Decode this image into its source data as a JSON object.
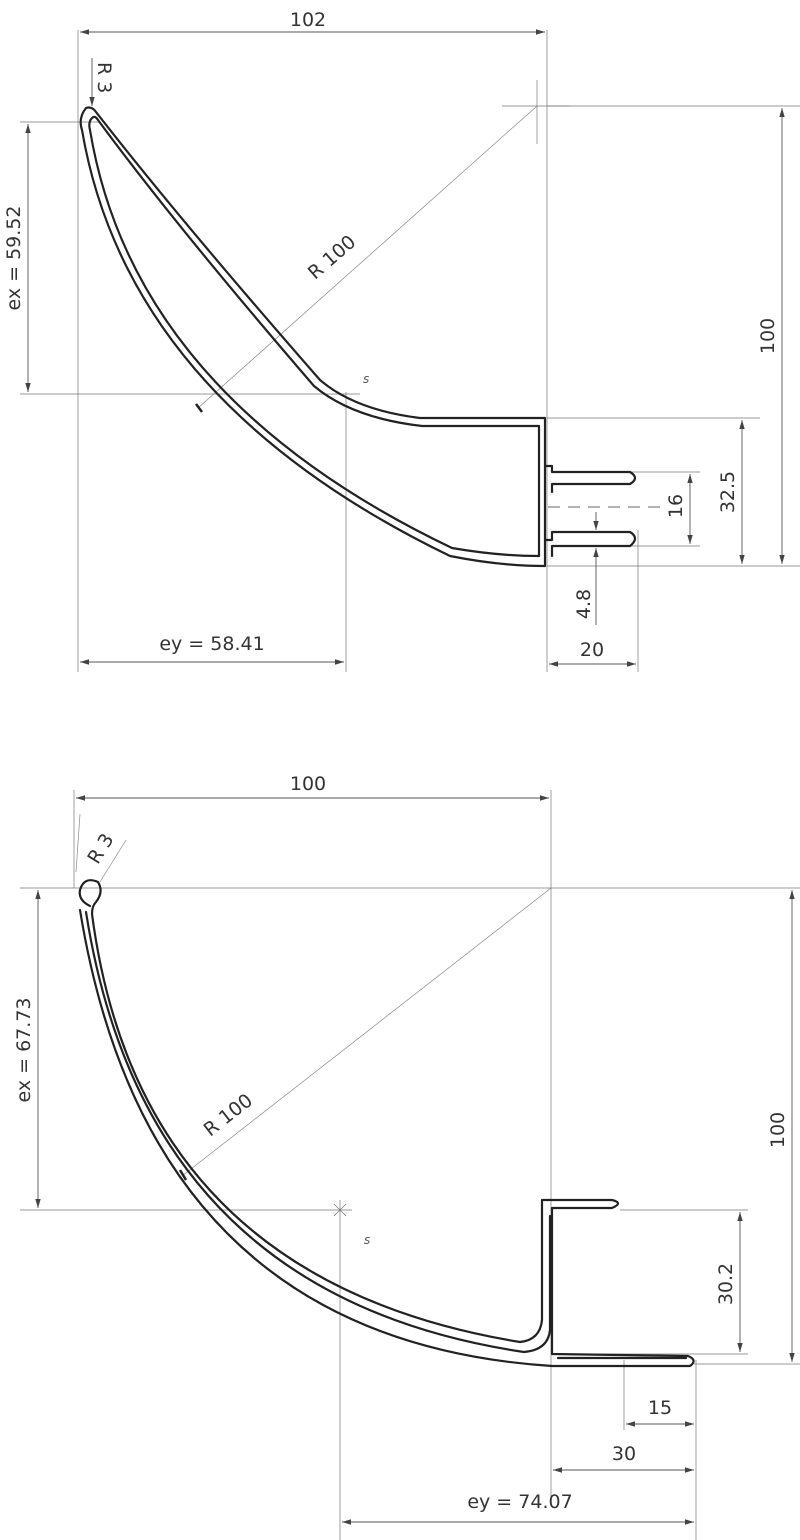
{
  "drawing_top": {
    "width_label": "102",
    "corner_radius_label": "R 3",
    "main_radius_label": "R 100",
    "ex_label": "ex = 59.52",
    "height_label": "100",
    "flange_height_label": "32.5",
    "slot_label": "16",
    "ey_label": "ey = 58.41",
    "tongue_gap_label": "4.8",
    "tongue_length_label": "20",
    "centroid_label": "s"
  },
  "drawing_bottom": {
    "width_label": "100",
    "corner_radius_label": "R 3",
    "main_radius_label": "R 100",
    "ex_label": "ex = 67.73",
    "height_label": "100",
    "flange_height_label": "30.2",
    "lip_label": "15",
    "foot_label": "30",
    "ey_label": "ey = 74.07",
    "centroid_label": "s"
  }
}
